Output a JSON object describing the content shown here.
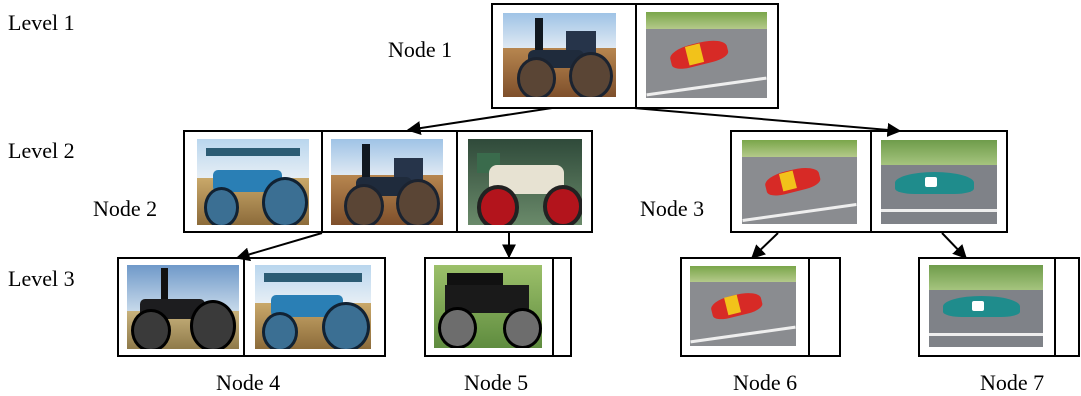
{
  "levels": {
    "l1": "Level 1",
    "l2": "Level 2",
    "l3": "Level 3"
  },
  "nodes": {
    "n1": "Node 1",
    "n2": "Node 2",
    "n3": "Node 3",
    "n4": "Node 4",
    "n5": "Node 5",
    "n6": "Node 6",
    "n7": "Node 7"
  },
  "photos": {
    "farm_engine": "traction-engine-farm-photo",
    "blue_engine": "blue-traction-engine-photo",
    "dark_engine": "dark-traction-engine-photo",
    "vintage_car": "vintage-white-car-photo",
    "model_t": "black-vintage-car-photo",
    "red_racer": "red-race-car-photo",
    "teal_car": "teal-coupe-photo"
  }
}
